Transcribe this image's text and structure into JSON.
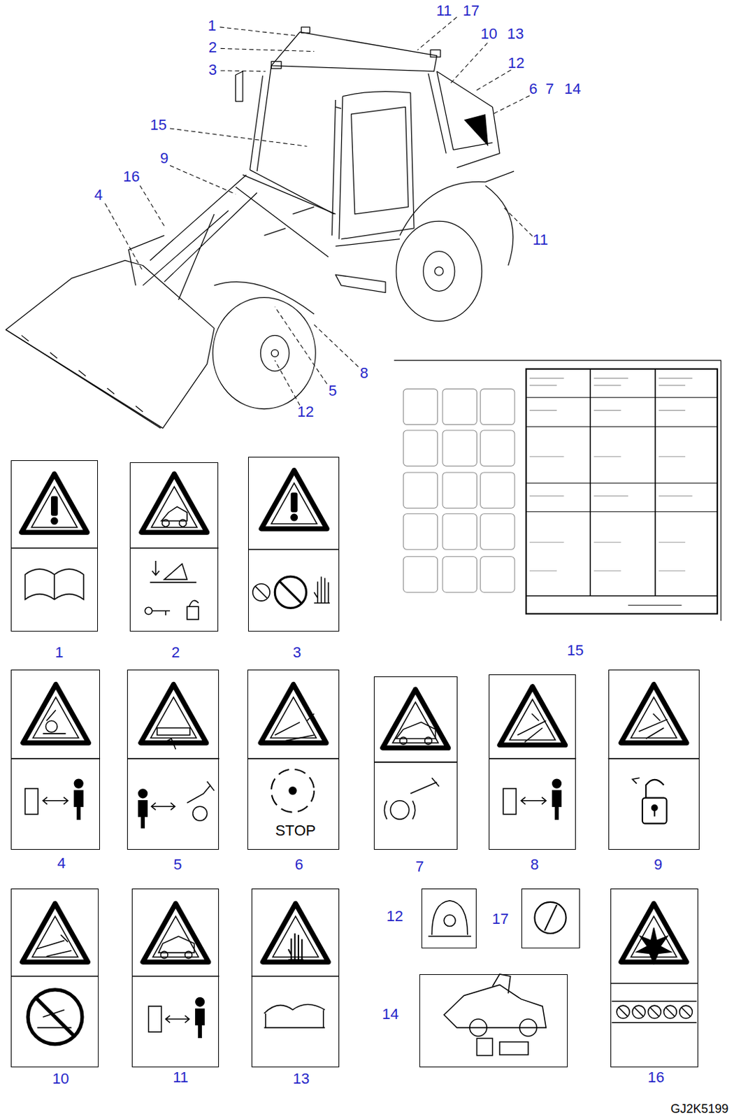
{
  "diagram": {
    "nodes": [
      {
        "text": [
          "1"
        ]
      },
      {
        "text": [
          "2"
        ]
      },
      {
        "text": [
          "3"
        ]
      },
      {
        "text": [
          "15"
        ]
      },
      {
        "text": [
          "4"
        ]
      },
      {
        "text": [
          "5"
        ]
      },
      {
        "text": [
          "STOP",
          "6"
        ]
      },
      {
        "text": [
          "7"
        ]
      },
      {
        "text": [
          "8"
        ]
      },
      {
        "text": [
          "9"
        ]
      },
      {
        "text": [
          "10"
        ]
      },
      {
        "text": [
          "11"
        ]
      },
      {
        "text": [
          "13"
        ]
      },
      {
        "text": [
          "12"
        ]
      },
      {
        "text": [
          "17"
        ]
      },
      {
        "text": [
          "16"
        ]
      },
      {
        "text": [
          "14"
        ]
      }
    ],
    "labels": [
      "1",
      "2",
      "3",
      "11",
      "17",
      "10",
      "13",
      "12",
      "6",
      "7",
      "14",
      "15",
      "9",
      "16",
      "4",
      "11",
      "8",
      "5",
      "12",
      "GJ2K5199"
    ]
  }
}
